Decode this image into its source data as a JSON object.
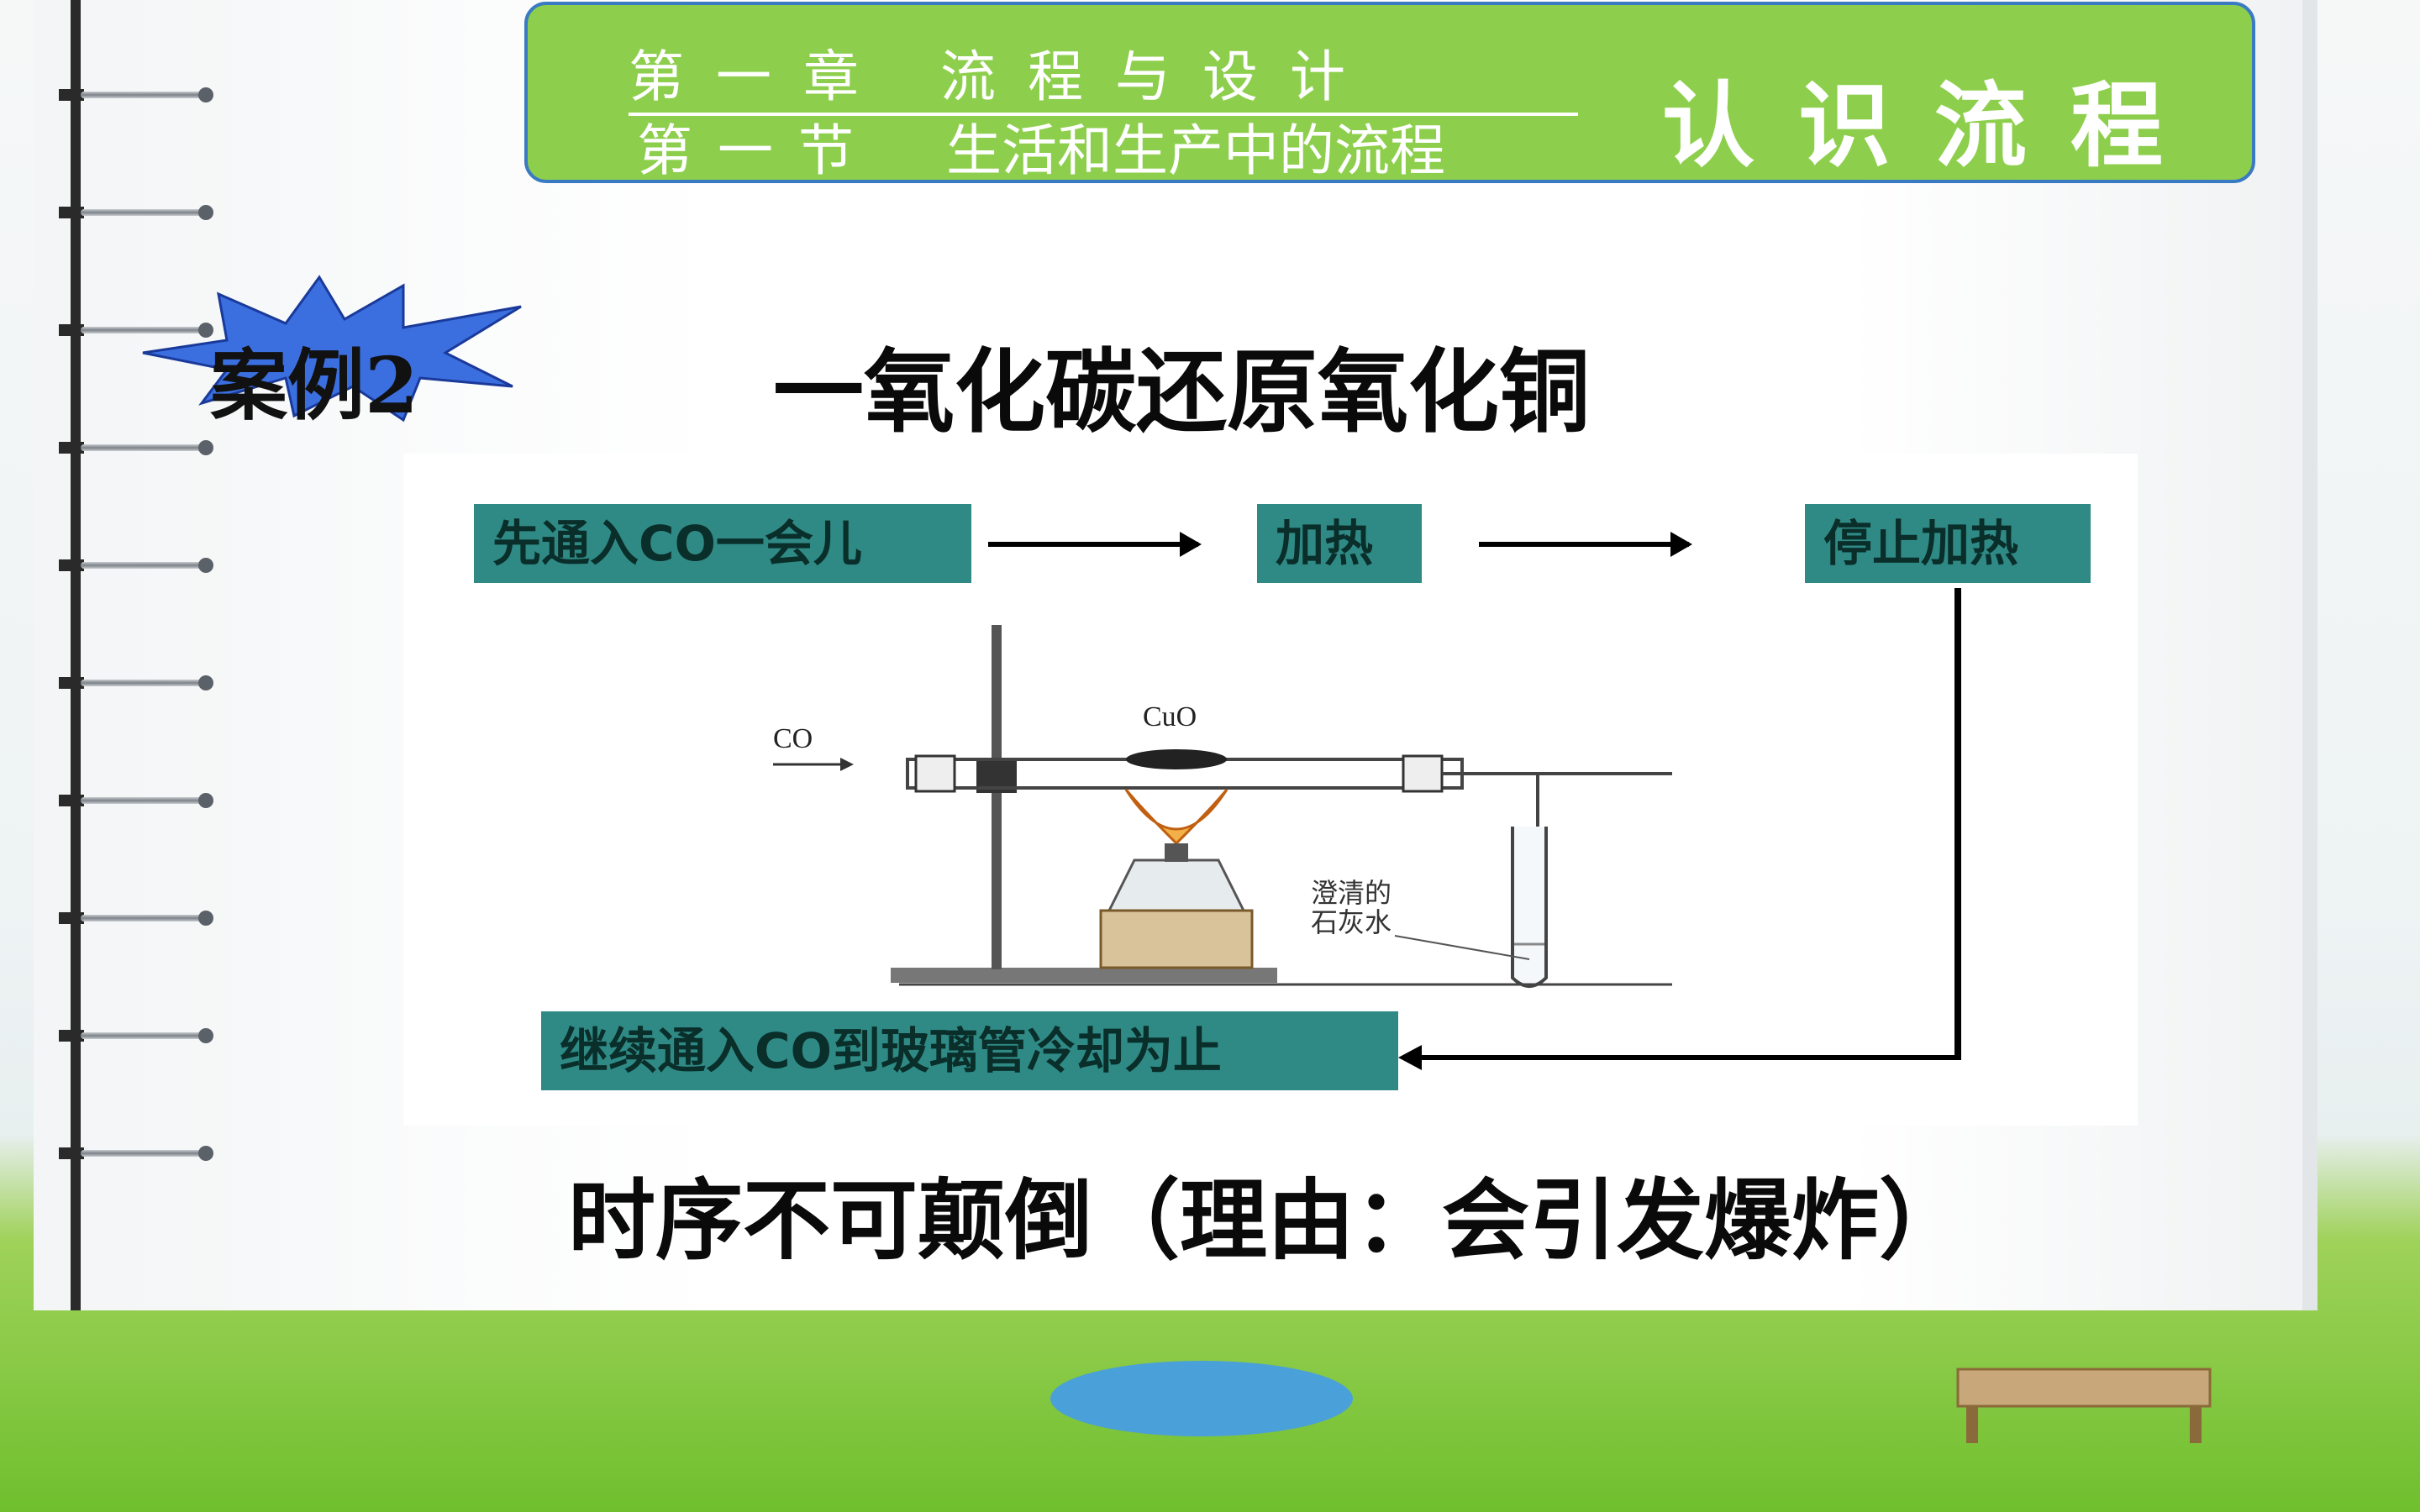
{
  "header": {
    "line1": "第一章  流程与设计",
    "line2_a": "第一节",
    "line2_b": "生活和生产中的流程",
    "right_title": "认识流程"
  },
  "case_label": "案例2",
  "title": "一氧化碳还原氧化铜",
  "flow": {
    "step1": "先通入CO一会儿",
    "step2": "加热",
    "step3": "停止加热",
    "step4": "继续通入CO到玻璃管冷却为止"
  },
  "apparatus": {
    "co_label": "CO",
    "cuo_label": "CuO",
    "limewater_line1": "澄清的",
    "limewater_line2": "石灰水"
  },
  "note": "时序不可颠倒（理由：会引发爆炸）",
  "colors": {
    "header_bg": "#8dcf4d",
    "header_border": "#3a7ac2",
    "step_bg": "#2f8a86",
    "burst_fill": "#3b6fe0"
  }
}
